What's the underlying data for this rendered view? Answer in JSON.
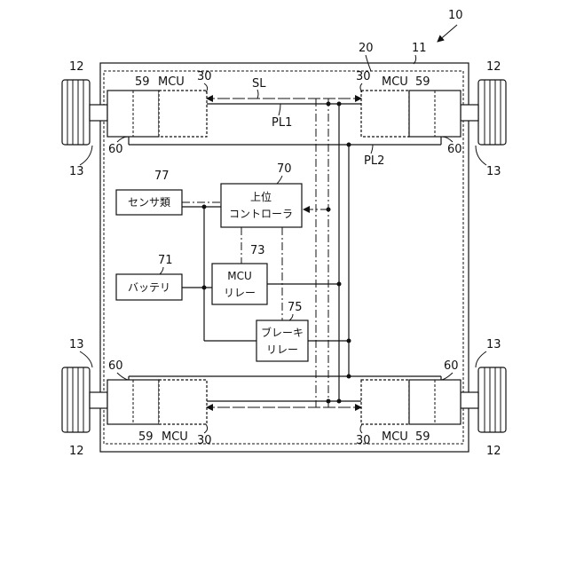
{
  "labels": {
    "vehicle": "10",
    "body": "11",
    "frame": "20",
    "wheel": "12",
    "axle": "13",
    "motor_unit": "30",
    "mcu": "MCU",
    "part59": "59",
    "part60": "60",
    "sl": "SL",
    "pl1": "PL1",
    "pl2": "PL2",
    "controller_ref": "70",
    "controller_line1": "上位",
    "controller_line2": "コントローラ",
    "sensor_ref": "77",
    "sensor": "センサ類",
    "battery_ref": "71",
    "battery": "バッテリ",
    "mcu_relay_ref": "73",
    "mcu_relay_line1": "MCU",
    "mcu_relay_line2": "リレー",
    "brake_relay_ref": "75",
    "brake_relay_line1": "ブレーキ",
    "brake_relay_line2": "リレー"
  }
}
